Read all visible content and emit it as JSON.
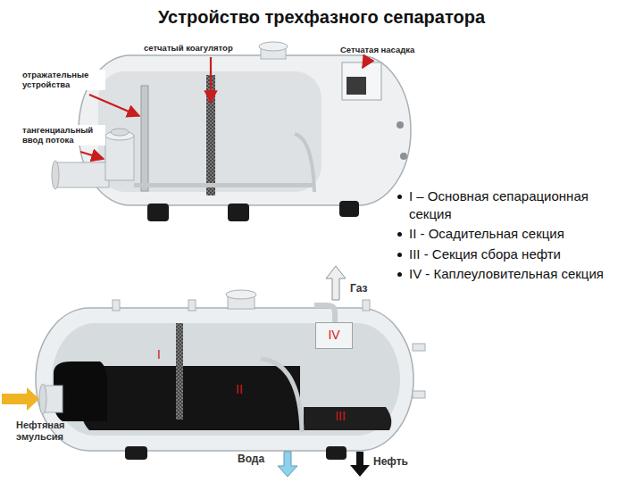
{
  "diagram": {
    "title": "Устройство трехфазного сепаратора",
    "nodes": [
      {
        "text": [
          "IV"
        ]
      },
      {
        "text": [
          "I"
        ]
      },
      {
        "text": [
          "II"
        ]
      },
      {
        "text": [
          "III"
        ]
      }
    ],
    "labels": [
      "сетчатый коагулятор",
      "Сетчатая насадка",
      "отражательные устройства",
      "тангенциальный ввод потока",
      "I – Основная сепарационная секция",
      "II - Осадительная секция",
      "III - Секция сбора нефти",
      "IV - Каплеуловительная секция",
      "Газ",
      "Нефтяная эмульсия",
      "Вода",
      "Нефть"
    ]
  }
}
